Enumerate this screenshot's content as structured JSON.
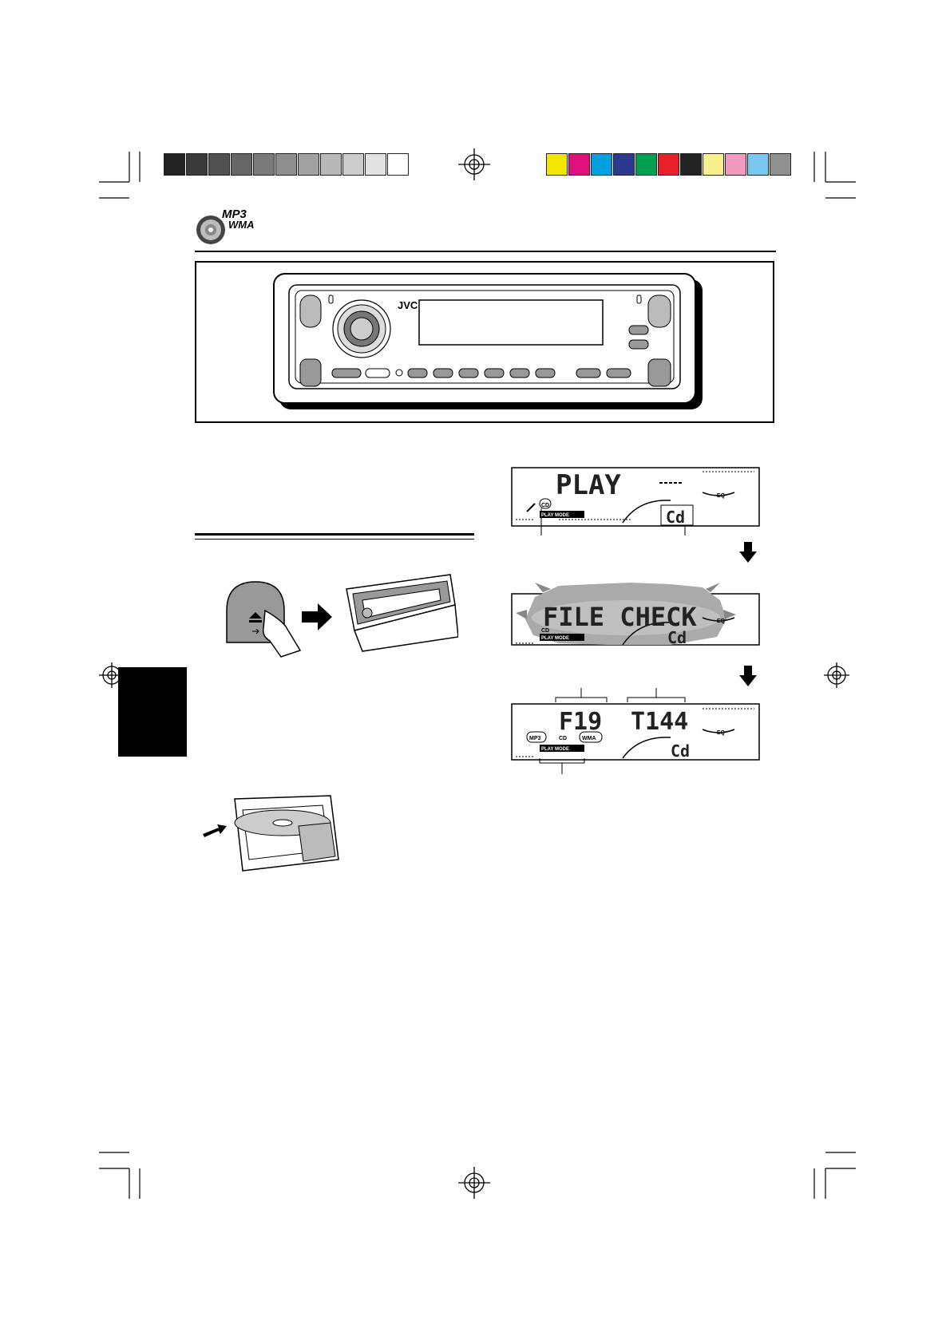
{
  "badge": {
    "line1": "MP3",
    "line2": "WMA"
  },
  "calibration": {
    "gray_bars": [
      "#222222",
      "#3a3a3a",
      "#505050",
      "#666666",
      "#7a7a7a",
      "#8e8e8e",
      "#a2a2a2",
      "#b8b8b8",
      "#cccccc",
      "#e2e2e2",
      "#ffffff"
    ],
    "color_bars": [
      "#f5e600",
      "#e0107a",
      "#00a0e0",
      "#2a3a90",
      "#00a050",
      "#e8202a",
      "#222222",
      "#f7f08c",
      "#f09ac0",
      "#7ac8ee",
      "#909090"
    ]
  },
  "radio": {
    "brand": "JVC"
  },
  "displays": [
    {
      "main_text": "PLAY",
      "indicators": {
        "cd": "CD",
        "play_mode": "PLAY MODE",
        "eq": "EQ",
        "source": "Cd"
      }
    },
    {
      "main_text": "FILE CHECK",
      "indicators": {
        "cd": "CD",
        "play_mode": "PLAY MODE",
        "eq": "EQ",
        "source": "Cd"
      }
    },
    {
      "folder_text": "F19",
      "track_text": "T144",
      "indicators": {
        "mp3": "MP3",
        "cd": "CD",
        "wma": "WMA",
        "play_mode": "PLAY MODE",
        "eq": "EQ",
        "source": "Cd"
      }
    }
  ]
}
